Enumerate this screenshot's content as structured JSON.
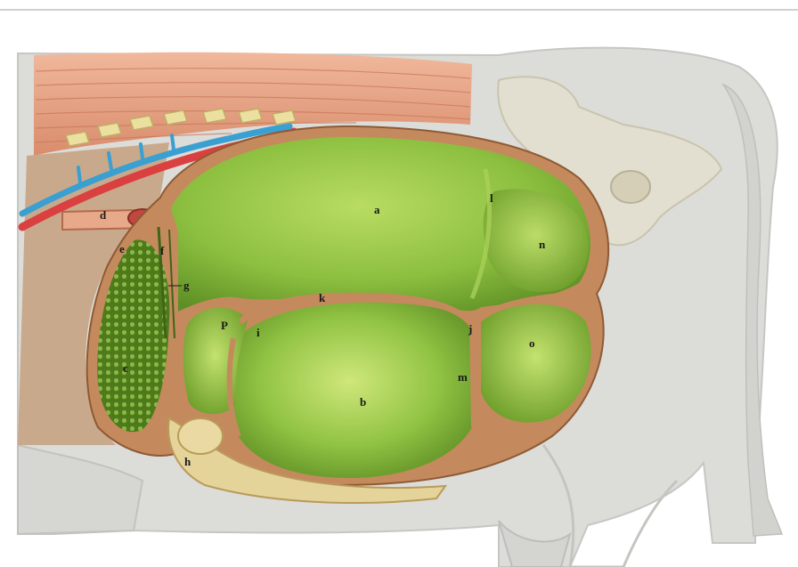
{
  "labels": {
    "a": "a",
    "b": "b",
    "c": "c",
    "d": "d",
    "e": "e",
    "f": "f",
    "g": "g",
    "h": "h",
    "i": "i",
    "j": "j",
    "k": "k",
    "l": "l",
    "m": "m",
    "n": "n",
    "o": "o",
    "p": "P"
  },
  "colors": {
    "rumen_green": "#7fb339",
    "rumen_light": "#b6d85c",
    "wall": "#c48a5e",
    "cow_body": "#d9d9d6",
    "muscle": "#e6a98c",
    "artery": "#d9403f",
    "vein": "#3a9fd1",
    "vertebra": "#e8dc9c"
  }
}
